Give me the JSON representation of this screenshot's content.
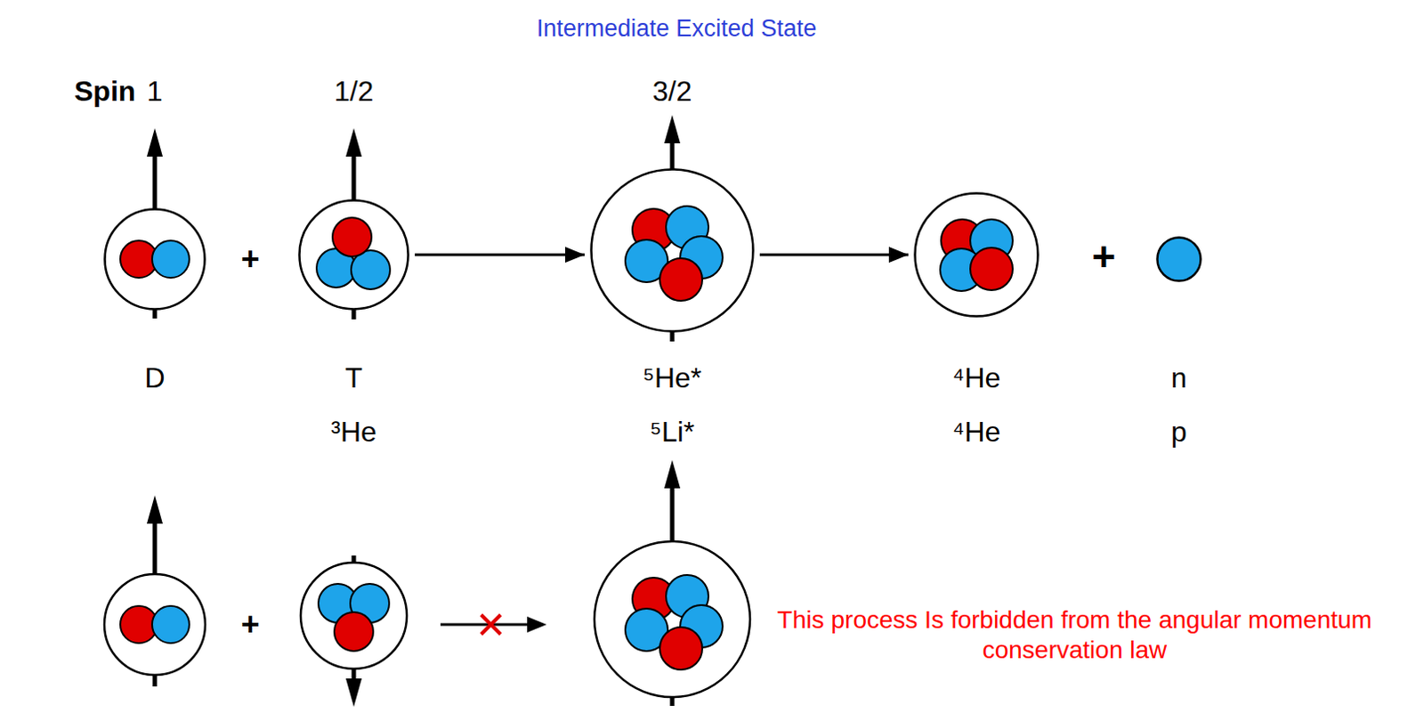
{
  "diagram": {
    "title": "Intermediate Excited State",
    "nodes": [
      {
        "text": [
          "1",
          "D"
        ]
      },
      {
        "text": [
          "1/2",
          "T",
          "³He"
        ]
      },
      {
        "text": [
          "3/2",
          "⁵He*",
          "⁵Li*"
        ]
      },
      {
        "text": [
          "⁴He",
          "⁴He"
        ]
      },
      {
        "text": [
          "n",
          "p"
        ]
      }
    ],
    "edges": [
      {
        "from": 1,
        "to": 2,
        "arrow": "to"
      },
      {
        "from": 2,
        "to": 3,
        "arrow": "to"
      }
    ],
    "labels": [
      "Spin",
      "+",
      "+",
      "+",
      "This process Is forbidden from the angular momentum conservation law"
    ]
  }
}
